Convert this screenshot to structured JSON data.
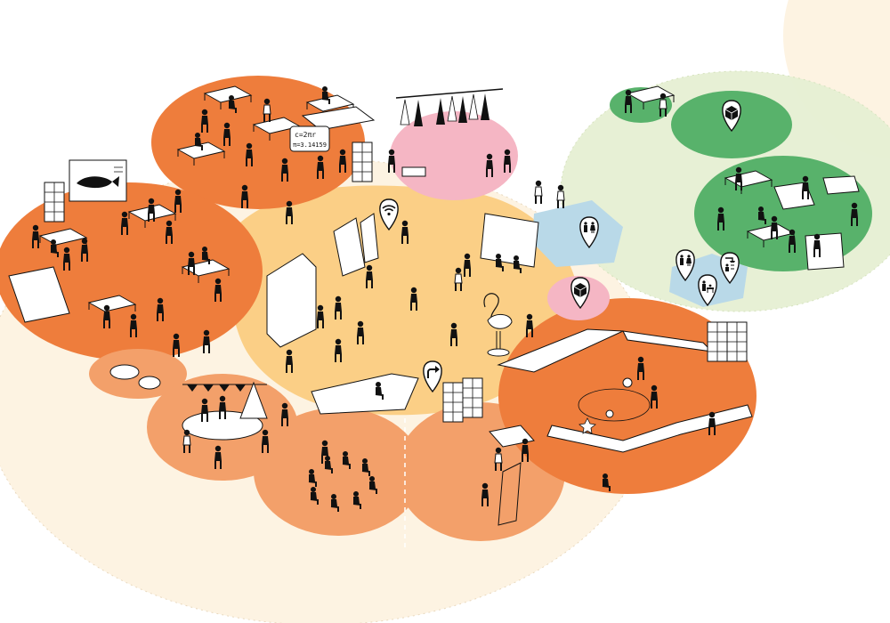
{
  "colors": {
    "outer_field": "#fdf3e2",
    "core": "#fbcf86",
    "zone_orange": "#ee7d3c",
    "zone_orange_light": "#f3a06a",
    "zone_pink": "#f5b6c4",
    "zone_blue": "#b9d9e8",
    "zone_green": "#58b26b",
    "green_field": "#e6efd3",
    "line": "#111111",
    "furniture": "#ffffff"
  },
  "formula_board": {
    "line1": "c=2πr",
    "line2": "π=3.14159"
  },
  "pins": [
    {
      "name": "wifi-pin",
      "icon": "wifi-icon"
    },
    {
      "name": "toilet-pin",
      "icon": "toilet-icon"
    },
    {
      "name": "storage-pin-center",
      "icon": "box-icon"
    },
    {
      "name": "storage-pin-green",
      "icon": "box-icon"
    },
    {
      "name": "toilet-pin-green",
      "icon": "toilet-icon"
    },
    {
      "name": "shower-pin",
      "icon": "shower-icon"
    },
    {
      "name": "baby-change-pin",
      "icon": "baby-change-icon"
    },
    {
      "name": "direction-pin",
      "icon": "turn-arrow-icon"
    }
  ]
}
